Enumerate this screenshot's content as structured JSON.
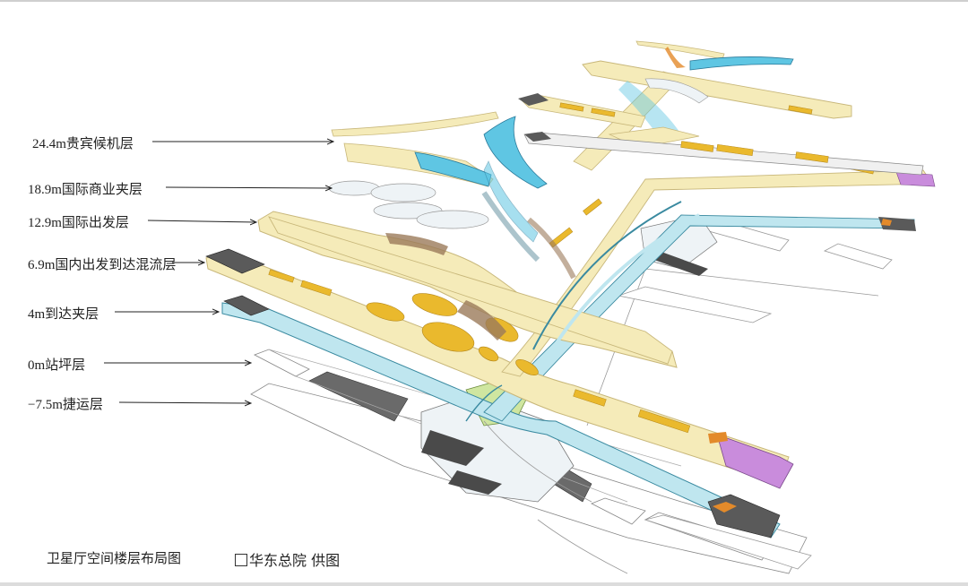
{
  "layers": [
    {
      "label": "24.4m贵宾候机层"
    },
    {
      "label": "18.9m国际商业夹层"
    },
    {
      "label": "12.9m国际出发层"
    },
    {
      "label": "6.9m国内出发到达混流层"
    },
    {
      "label": "4m到达夹层"
    },
    {
      "label": "0m站坪层"
    },
    {
      "label": "−7.5m捷运层"
    }
  ],
  "caption": "卫星厅空间楼层布局图",
  "credit": "华东总院  供图",
  "colors": {
    "floor": "#f5ebb9",
    "floor_edge": "#c8b77a",
    "shop": "#eab92d",
    "glass": "#5fc6e3",
    "vip": "#c98cdc",
    "arrival": "#bfe6ef",
    "brown": "#9b7a5a",
    "grey": "#555555"
  }
}
